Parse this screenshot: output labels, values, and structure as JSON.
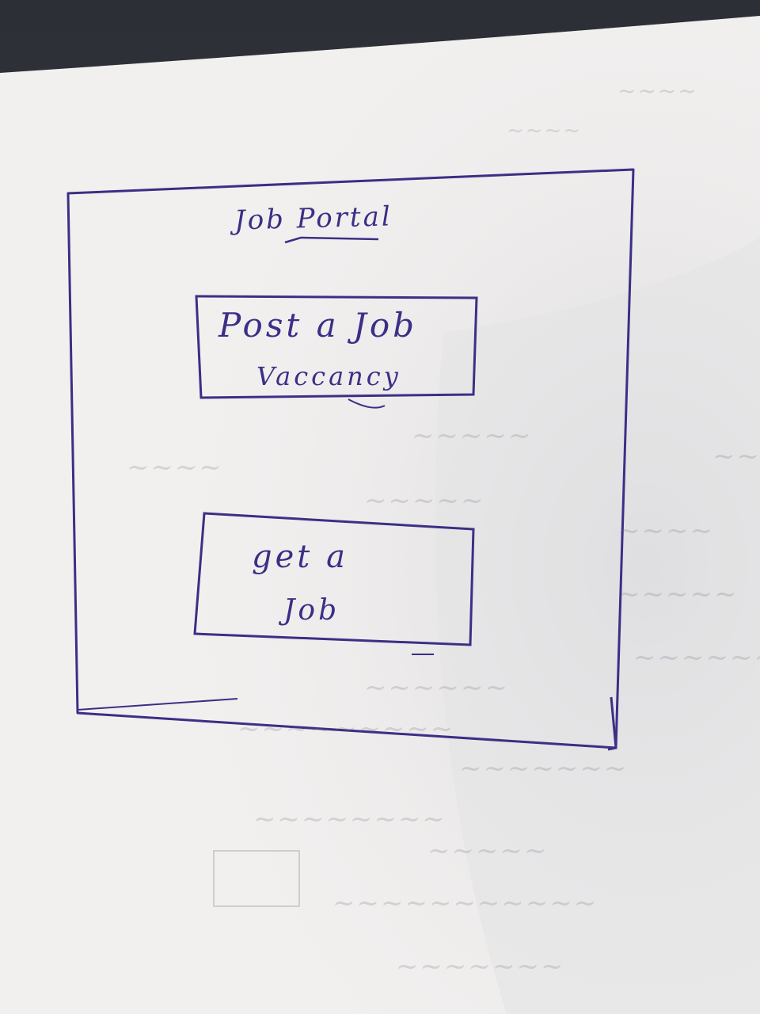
{
  "sketch": {
    "title": "Job Portal",
    "buttons": [
      {
        "line1": "Post a Job",
        "line2": "Vaccancy"
      },
      {
        "line1": "get a",
        "line2": "Job"
      }
    ]
  },
  "colors": {
    "ink": "#3b2f86",
    "paper": "#f2f0ef",
    "shadow": "#dcdbdd"
  }
}
